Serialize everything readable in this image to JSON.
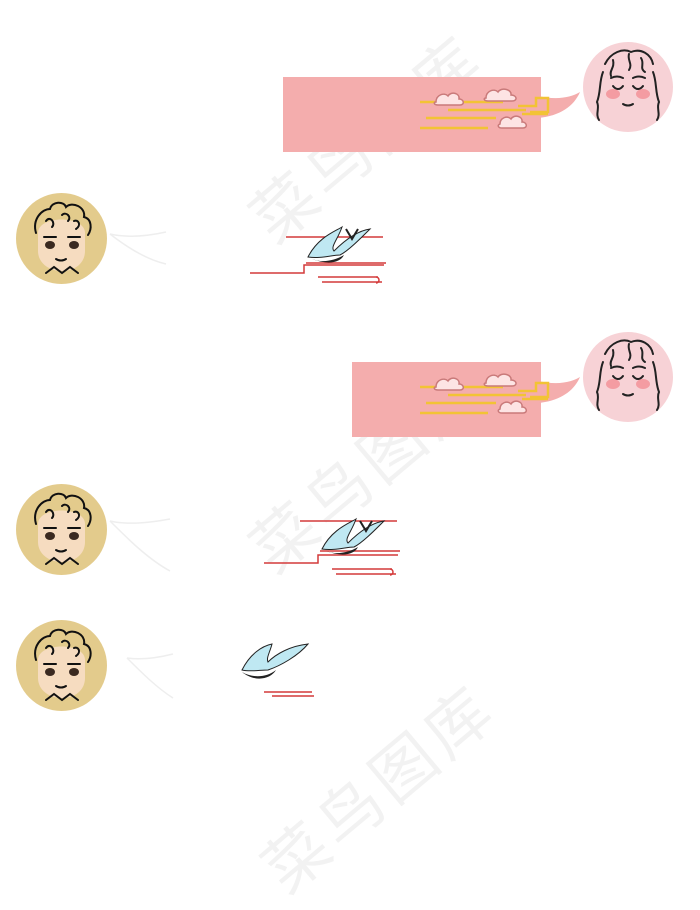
{
  "watermark": {
    "text": "菜鸟图库"
  },
  "messages": [
    {
      "side": "right",
      "sender": "girl",
      "content": "pink-bubble-cloud-pattern"
    },
    {
      "side": "left",
      "sender": "boy",
      "content": "ink-brush-pavilion"
    },
    {
      "side": "right",
      "sender": "girl",
      "content": "pink-bubble-cloud-pattern"
    },
    {
      "side": "left",
      "sender": "boy",
      "content": "ink-brush-pavilion"
    },
    {
      "side": "left",
      "sender": "boy",
      "content": "ink-brush-stroke"
    }
  ],
  "colors": {
    "bubble_pink": "#f4adad",
    "gold": "#f2c335",
    "red_line": "#d43a3a",
    "boy_avatar_bg": "#e3cb8c",
    "girl_avatar_bg": "#f7d2d6",
    "brush_blue": "#bfe8f2"
  }
}
